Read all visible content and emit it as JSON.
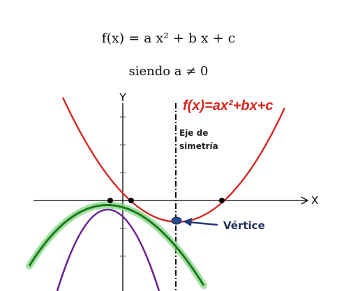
{
  "header": {
    "formula": "f(x) = a x² + b x + c",
    "condition": "siendo a ≠ 0"
  },
  "diagram": {
    "y_axis_label": "Y",
    "x_axis_label": "X",
    "function_label": "f(x)=ax²+bx+c",
    "symmetry_label_line1": "Eje de",
    "symmetry_label_line2": "simetría",
    "vertex_label": "Vértice",
    "colors": {
      "red_parabola": "#d7261f",
      "green_parabola": "#1a7a1a",
      "green_glow": "#86d486",
      "purple_parabola": "#6a2392",
      "vertex_fill": "#2c4a8c",
      "arrow": "#1f3c78",
      "axis": "#000000"
    }
  }
}
